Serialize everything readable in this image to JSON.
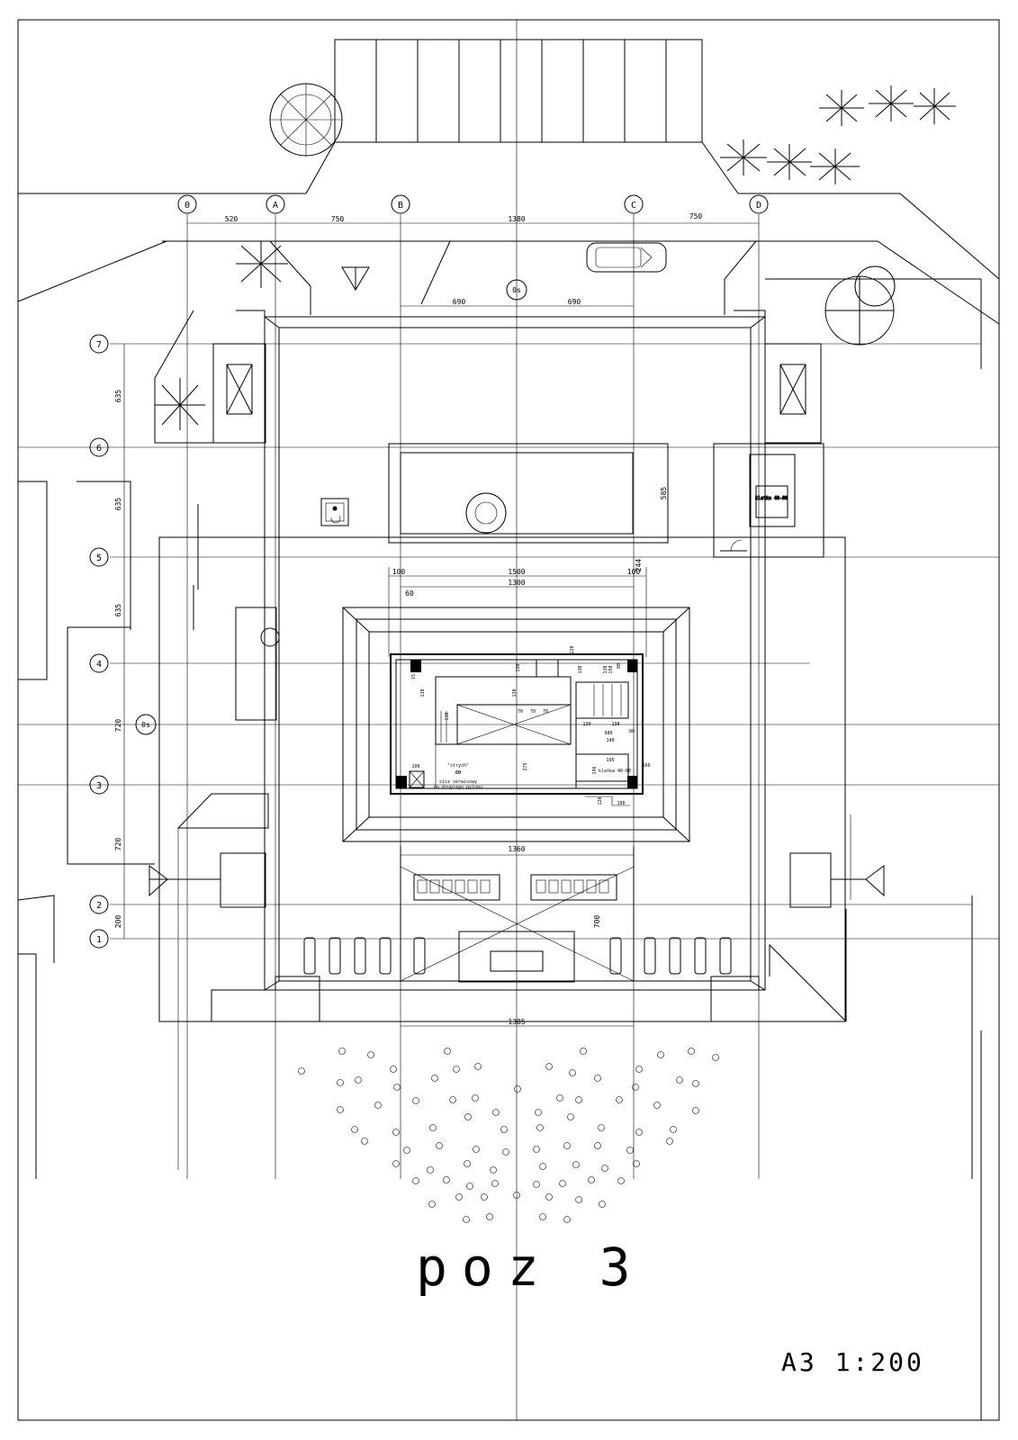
{
  "title": "poz 3",
  "scale": "A3 1:200",
  "grid_axes": {
    "columns": [
      "0",
      "A",
      "B",
      "C",
      "D"
    ],
    "rows": [
      "7",
      "6",
      "5",
      "4",
      "3",
      "2",
      "1"
    ]
  },
  "dimensions": {
    "top": [
      "520",
      "750",
      "1380",
      "750"
    ],
    "upper_span": [
      "690",
      "690"
    ],
    "left": [
      "635",
      "635",
      "635",
      "720",
      "720",
      "200"
    ],
    "courtyard": "585",
    "plan_outer": "1500",
    "plan_inner": "1300",
    "plan_left_small": [
      "100",
      "60"
    ],
    "plan_right_small": [
      "100",
      "244"
    ],
    "wing_lower": "1360",
    "wing_vertical": "700",
    "bottom": "1385",
    "interior": [
      "120",
      "15",
      "130",
      "130",
      "130",
      "130",
      "130",
      "130",
      "150",
      "80",
      "70",
      "70",
      "70",
      "130",
      "138",
      "980",
      "140",
      "80",
      "195",
      "196",
      "160",
      "100",
      "275",
      "60",
      "120",
      "100"
    ]
  },
  "room_labels": {
    "attic": "\"strych\"",
    "attic_height": "60",
    "service_note_1": "sisz serwisowy",
    "service_note_2": "do drugiego pylonu",
    "tiny_1": "klatka 40-60",
    "tiny_2": "klatka 40-60"
  },
  "level_markers": [
    "0s",
    "0s"
  ]
}
